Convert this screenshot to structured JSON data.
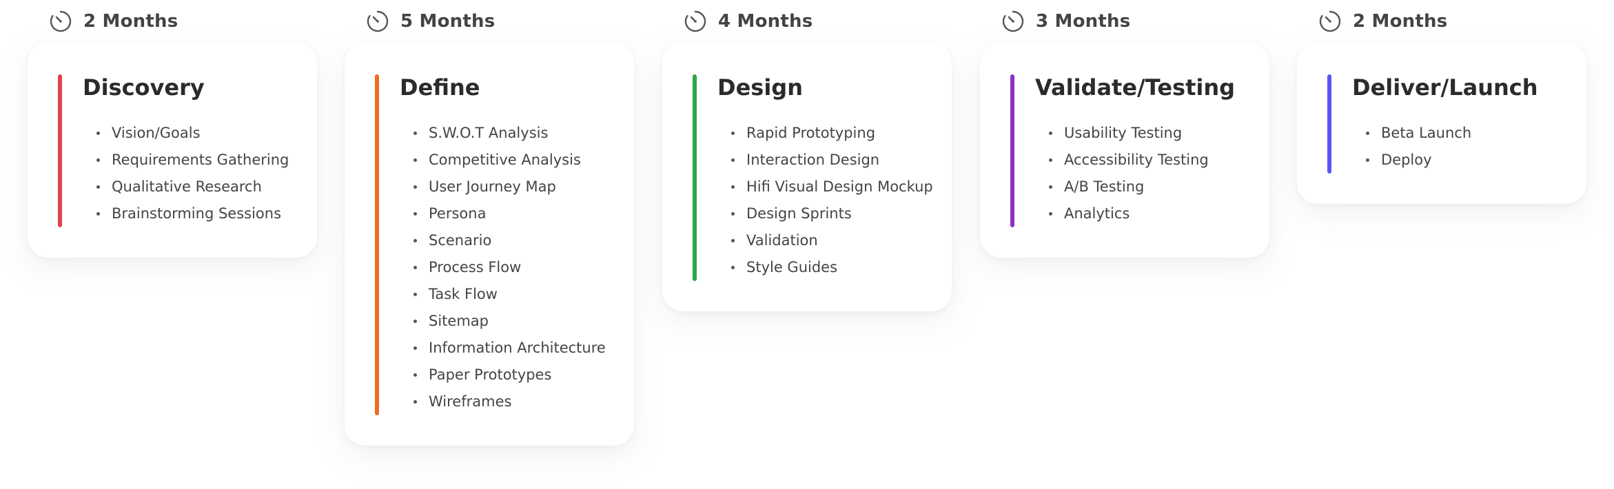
{
  "phases": [
    {
      "duration": "2 Months",
      "title": "Discovery",
      "accent_color": "#e0444f",
      "items": [
        "Vision/Goals",
        "Requirements Gathering",
        "Qualitative Research",
        "Brainstorming Sessions"
      ]
    },
    {
      "duration": "5 Months",
      "title": "Define",
      "accent_color": "#f26a22",
      "items": [
        "S.W.O.T Analysis",
        "Competitive Analysis",
        "User Journey Map",
        "Persona",
        "Scenario",
        "Process Flow",
        "Task Flow",
        "Sitemap",
        "Information Architecture",
        "Paper Prototypes",
        "Wireframes"
      ]
    },
    {
      "duration": "4 Months",
      "title": "Design",
      "accent_color": "#2aa84a",
      "items": [
        "Rapid Prototyping",
        "Interaction Design",
        "Hifi Visual Design Mockup",
        "Design Sprints",
        "Validation",
        "Style Guides"
      ]
    },
    {
      "duration": "3 Months",
      "title": "Validate/Testing",
      "accent_color": "#8e2fc7",
      "items": [
        "Usability Testing",
        "Accessibility Testing",
        "A/B Testing",
        "Analytics"
      ]
    },
    {
      "duration": "2 Months",
      "title": "Deliver/Launch",
      "accent_color": "#5a55f5",
      "items": [
        "Beta Launch",
        "Deploy"
      ]
    }
  ],
  "icons": {
    "duration": "stopwatch-icon"
  }
}
